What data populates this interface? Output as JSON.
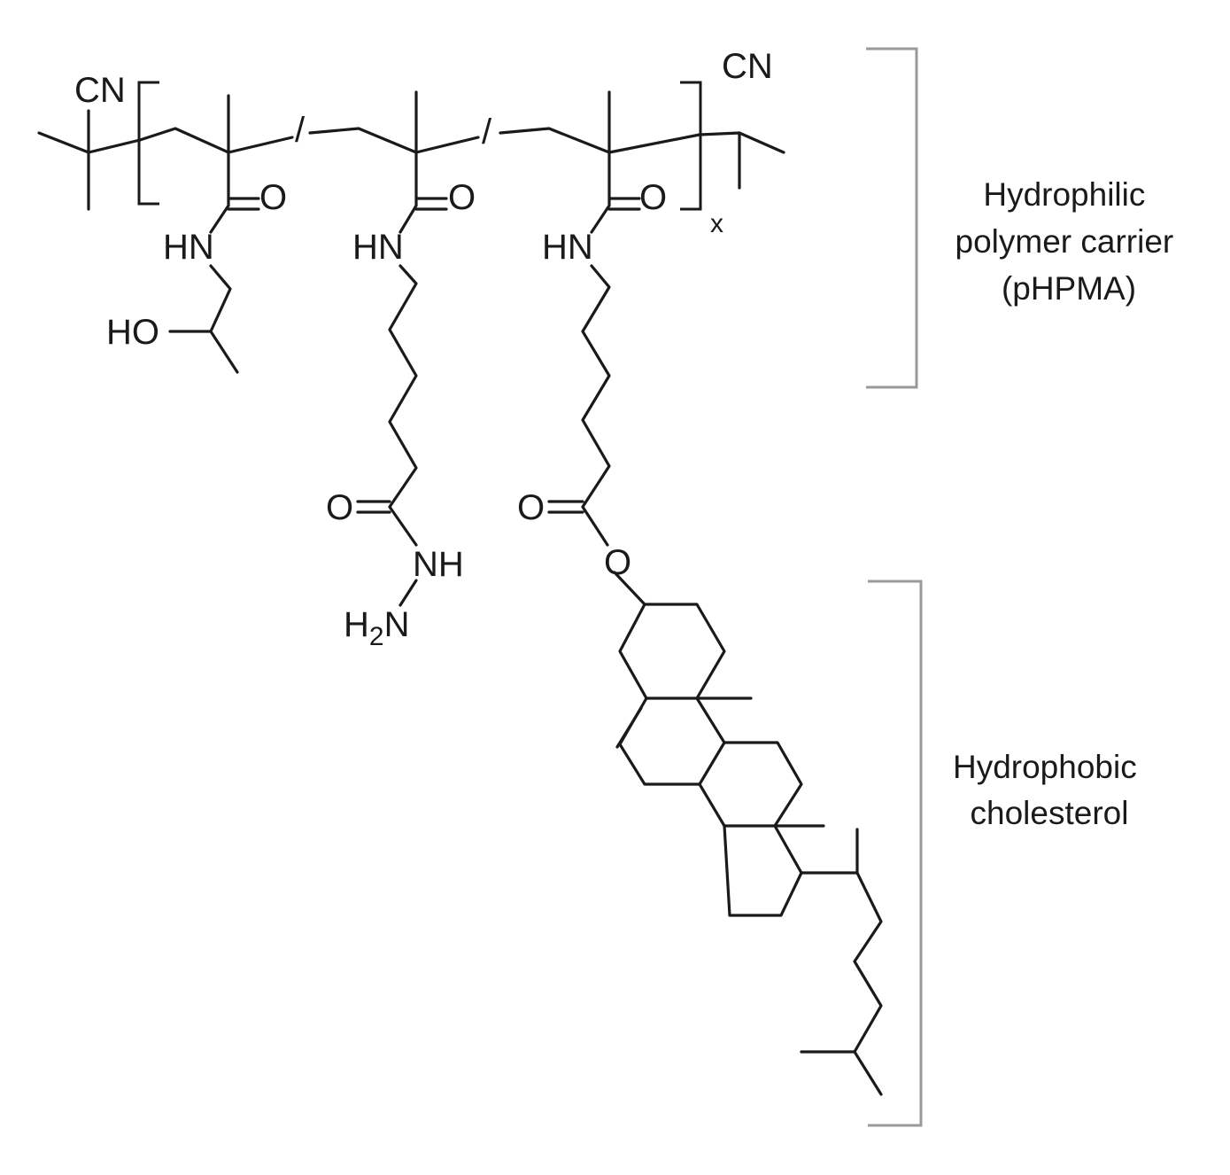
{
  "atoms": {
    "cn_left": "CN",
    "cn_right": "CN",
    "o1": "O",
    "o2": "O",
    "o3": "O",
    "hn1": "HN",
    "hn2": "HN",
    "hn3": "HN",
    "ho": "HO",
    "o_hydrazide": "O",
    "nh": "NH",
    "h2n_h": "H",
    "h2n_2": "2",
    "h2n_n": "N",
    "o_ester_co": "O",
    "o_ester": "O",
    "slash1": "/",
    "slash2": "/",
    "repeat_x": "x"
  },
  "labels": {
    "hydrophilic": [
      "Hydrophilic",
      "polymer carrier",
      "(pHPMA)"
    ],
    "hydrophobic": [
      "Hydrophobic",
      "cholesterol"
    ]
  },
  "colors": {
    "bond": "#1a1a1a",
    "bracket_gray": "#9a9a9a",
    "background": "#ffffff"
  }
}
